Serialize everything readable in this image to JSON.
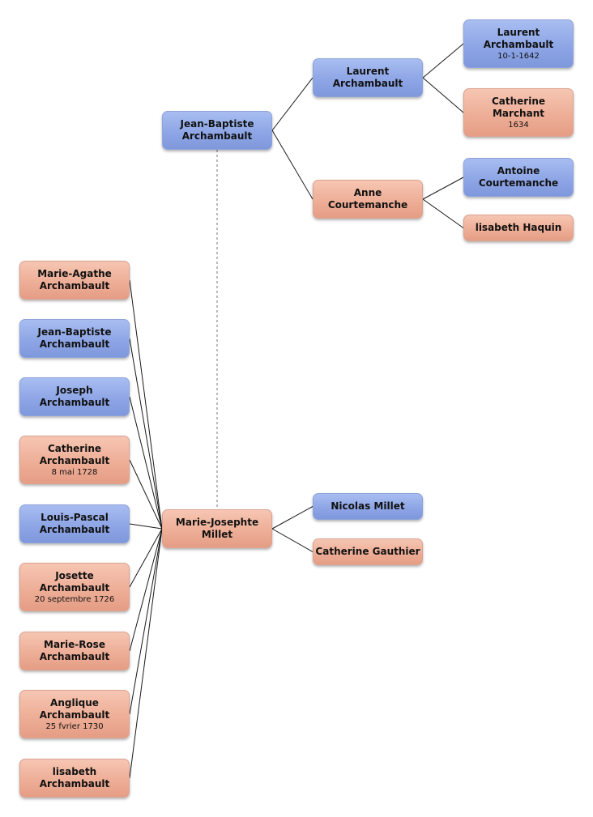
{
  "people": {
    "jb_father": {
      "name": "Jean-Baptiste\nArchambault",
      "date": "",
      "gender": "male"
    },
    "laurent": {
      "name": "Laurent\nArchambault",
      "date": "",
      "gender": "male"
    },
    "anne": {
      "name": "Anne\nCourtemanche",
      "date": "",
      "gender": "female"
    },
    "laurent_sr": {
      "name": "Laurent\nArchambault",
      "date": "10-1-1642",
      "gender": "male"
    },
    "catherine_marchant": {
      "name": "Catherine\nMarchant",
      "date": "1634",
      "gender": "female"
    },
    "antoine": {
      "name": "Antoine\nCourtemanche",
      "date": "",
      "gender": "male"
    },
    "isabeth_haquin": {
      "name": "lisabeth Haquin",
      "date": "",
      "gender": "female"
    },
    "marie_josephte": {
      "name": "Marie-Josephte\nMillet",
      "date": "",
      "gender": "female"
    },
    "nicolas": {
      "name": "Nicolas Millet",
      "date": "",
      "gender": "male"
    },
    "catherine_gauthier": {
      "name": "Catherine Gauthier",
      "date": "",
      "gender": "female"
    },
    "marie_agathe": {
      "name": "Marie-Agathe\nArchambault",
      "date": "",
      "gender": "female"
    },
    "jb_child": {
      "name": "Jean-Baptiste\nArchambault",
      "date": "",
      "gender": "male"
    },
    "joseph": {
      "name": "Joseph\nArchambault",
      "date": "",
      "gender": "male"
    },
    "catherine_a": {
      "name": "Catherine\nArchambault",
      "date": "8 mai 1728",
      "gender": "female"
    },
    "louis_pascal": {
      "name": "Louis-Pascal\nArchambault",
      "date": "",
      "gender": "male"
    },
    "josette": {
      "name": "Josette\nArchambault",
      "date": "20 septembre 1726",
      "gender": "female"
    },
    "marie_rose": {
      "name": "Marie-Rose\nArchambault",
      "date": "",
      "gender": "female"
    },
    "anglique": {
      "name": "Anglique\nArchambault",
      "date": "25 fvrier 1730",
      "gender": "female"
    },
    "isabeth_a": {
      "name": "lisabeth\nArchambault",
      "date": "",
      "gender": "female"
    }
  },
  "colors": {
    "male": "#8ea6e6",
    "female": "#eeae97",
    "line": "#1a1a1a",
    "spouse_line": "#777777"
  }
}
